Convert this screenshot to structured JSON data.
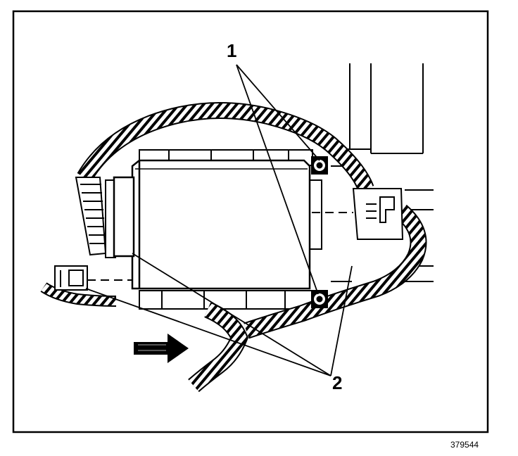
{
  "figure": {
    "id_label": "379544",
    "callouts": {
      "fastener": "1",
      "bracket": "2"
    },
    "colors": {
      "ink": "#000000",
      "paper": "#ffffff"
    },
    "icons": {
      "direction": "arrow-right-icon"
    }
  }
}
